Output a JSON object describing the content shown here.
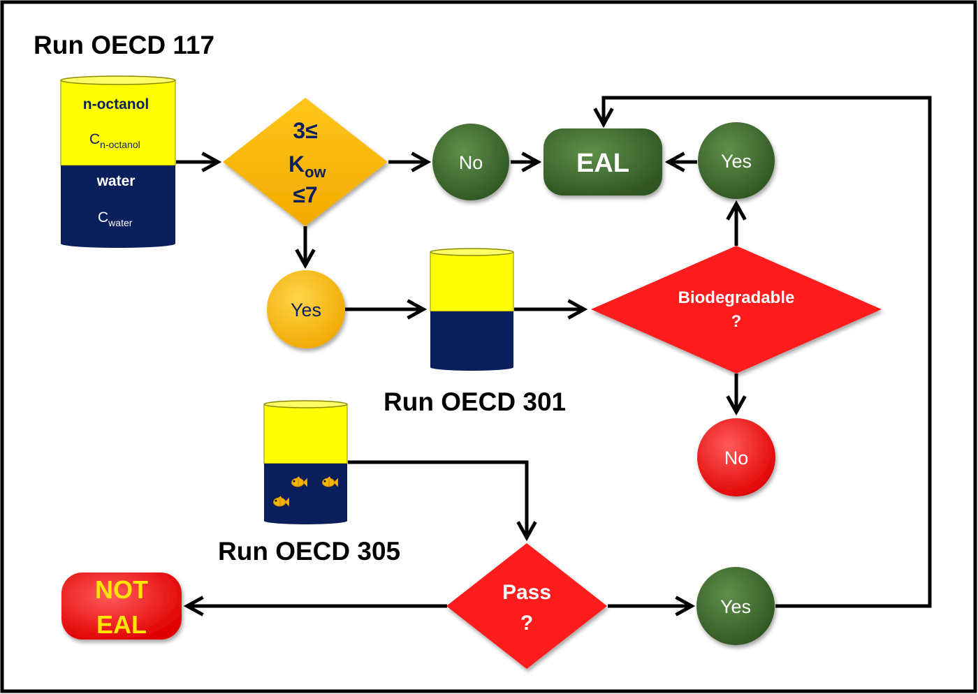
{
  "titles": {
    "oecd117": "Run OECD 117",
    "oecd301": "Run OECD 301",
    "oecd305": "Run OECD 305"
  },
  "kow_cylinder": {
    "top_label": "n-octanol",
    "top_conc_main": "C",
    "top_conc_sub": "n-octanol",
    "bottom_label": "water",
    "bottom_conc_main": "C",
    "bottom_conc_sub": "water"
  },
  "kow_diamond": {
    "line1": "3≤",
    "line2_main": "K",
    "line2_sub": "ow",
    "line3": "≤7"
  },
  "nodes": {
    "no_top": "No",
    "eal": "EAL",
    "yes_top_right": "Yes",
    "yes_left": "Yes",
    "biodegradable_line1": "Biodegradable",
    "biodegradable_line2": "?",
    "no_right": "No",
    "pass_line1": "Pass",
    "pass_line2": "?",
    "yes_bottom": "Yes",
    "not_eal_line1": "NOT",
    "not_eal_line2": "EAL"
  },
  "colors": {
    "yellow": "#FFFF00",
    "navy": "#0B1F5C",
    "amber": "#F4B400",
    "green": "#3E6B2E",
    "red": "#FF1A1A",
    "not_eal_text": "#FFE600",
    "navy_text": "#0B1F5C"
  }
}
